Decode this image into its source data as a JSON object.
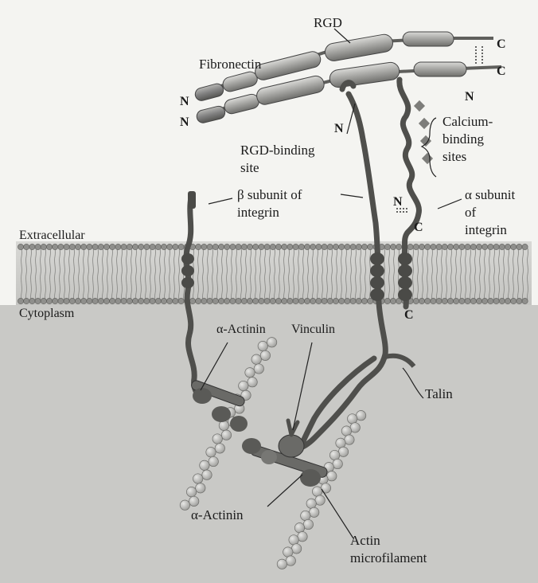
{
  "labels": {
    "rgd": "RGD",
    "fibronectin": "Fibronectin",
    "c_top": "C",
    "c_bottom": "C",
    "n_left_top": "N",
    "n_left_bottom": "N",
    "n_center": "N",
    "n_right": "N",
    "calcium_line1": "Calcium-",
    "calcium_line2": "binding",
    "calcium_line3": "sites",
    "rgd_binding_line1": "RGD-binding",
    "rgd_binding_line2": "site",
    "beta_line1": "β subunit of",
    "beta_line2": "integrin",
    "alpha_line1": "α subunit",
    "alpha_line2": "of",
    "alpha_line3": "integrin",
    "n_alpha": "N",
    "c_alpha": "C",
    "c_membrane": "C",
    "extracellular": "Extracellular",
    "cytoplasm": "Cytoplasm",
    "alpha_actinin_top": "α-Actinin",
    "vinculin": "Vinculin",
    "talin": "Talin",
    "alpha_actinin_bottom": "α-Actinin",
    "actin_line1": "Actin",
    "actin_line2": "microfilament"
  },
  "colors": {
    "background_upper": "#f4f4f1",
    "cytoplasm": "#c9c9c6",
    "membrane_head": "#8f8f8c",
    "protein_dark": "#5e5e5b",
    "protein_mid": "#8a8a87",
    "actin_bead": "#b4b4b1",
    "ink": "#1b1b1b"
  }
}
